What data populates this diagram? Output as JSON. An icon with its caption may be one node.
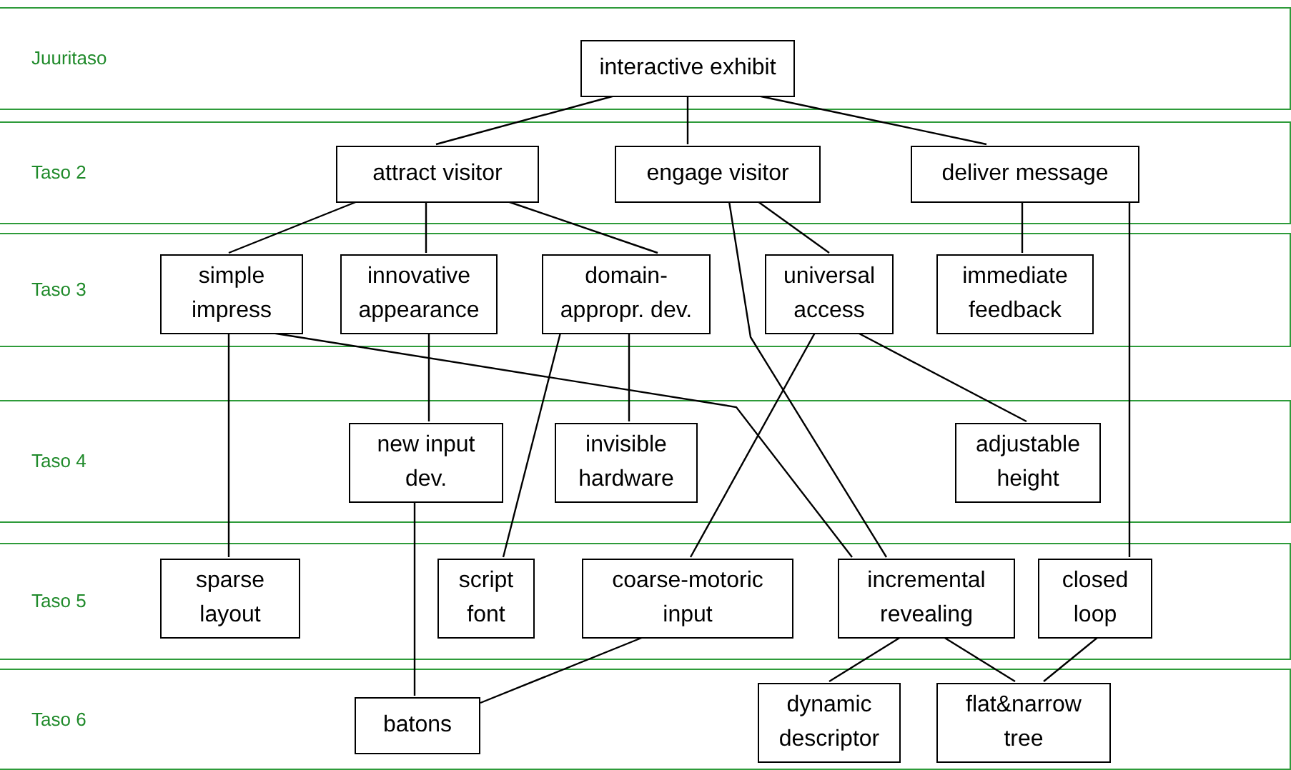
{
  "diagram": {
    "nodes": [
      {
        "text": [
          "Juuritaso"
        ]
      },
      {
        "text": [
          "interactive exhibit"
        ],
        "in": 0
      },
      {
        "text": [
          "Taso 2"
        ]
      },
      {
        "text": [
          "attract visitor"
        ],
        "in": 2
      },
      {
        "text": [
          "engage visitor"
        ],
        "in": 2
      },
      {
        "text": [
          "deliver message"
        ],
        "in": 2
      },
      {
        "text": [
          "Taso 3"
        ]
      },
      {
        "text": [
          "simple impress"
        ],
        "in": 6
      },
      {
        "text": [
          "innovative appearance"
        ],
        "in": 6
      },
      {
        "text": [
          "domain- appropr. dev."
        ],
        "in": 6
      },
      {
        "text": [
          "universal access"
        ],
        "in": 6
      },
      {
        "text": [
          "immediate feedback"
        ],
        "in": 6
      },
      {
        "text": [
          "Taso 4"
        ]
      },
      {
        "text": [
          "new input dev."
        ],
        "in": 12
      },
      {
        "text": [
          "invisible hardware"
        ],
        "in": 12
      },
      {
        "text": [
          "adjustable height"
        ],
        "in": 12
      },
      {
        "text": [
          "Taso 5"
        ]
      },
      {
        "text": [
          "sparse layout"
        ],
        "in": 16
      },
      {
        "text": [
          "script font"
        ],
        "in": 16
      },
      {
        "text": [
          "coarse-motoric input"
        ],
        "in": 16
      },
      {
        "text": [
          "incremental revealing"
        ],
        "in": 16
      },
      {
        "text": [
          "closed loop"
        ],
        "in": 16
      },
      {
        "text": [
          "Taso 6"
        ]
      },
      {
        "text": [
          "batons"
        ],
        "in": 22
      },
      {
        "text": [
          "dynamic descriptor"
        ],
        "in": 22
      },
      {
        "text": [
          "flat&narrow tree"
        ],
        "in": 22
      }
    ],
    "edges": [
      {
        "from": 1,
        "to": 3,
        "arrow": "none"
      },
      {
        "from": 1,
        "to": 4,
        "arrow": "none"
      },
      {
        "from": 1,
        "to": 5,
        "arrow": "none"
      },
      {
        "from": 3,
        "to": 7,
        "arrow": "none"
      },
      {
        "from": 3,
        "to": 8,
        "arrow": "none"
      },
      {
        "from": 3,
        "to": 9,
        "arrow": "none"
      },
      {
        "from": 4,
        "to": 10,
        "arrow": "none"
      },
      {
        "from": 4,
        "to": 20,
        "arrow": "none"
      },
      {
        "from": 5,
        "to": 11,
        "arrow": "none"
      },
      {
        "from": 5,
        "to": 21,
        "arrow": "none"
      },
      {
        "from": 7,
        "to": 17,
        "arrow": "none"
      },
      {
        "from": 7,
        "to": 20,
        "arrow": "none"
      },
      {
        "from": 8,
        "to": 13,
        "arrow": "none"
      },
      {
        "from": 9,
        "to": 18,
        "arrow": "none"
      },
      {
        "from": 9,
        "to": 14,
        "arrow": "none"
      },
      {
        "from": 10,
        "to": 19,
        "arrow": "none"
      },
      {
        "from": 10,
        "to": 15,
        "arrow": "none"
      },
      {
        "from": 13,
        "to": 23,
        "arrow": "none"
      },
      {
        "from": 19,
        "to": 23,
        "arrow": "none"
      },
      {
        "from": 20,
        "to": 24,
        "arrow": "none"
      },
      {
        "from": 20,
        "to": 25,
        "arrow": "none"
      },
      {
        "from": 21,
        "to": 25,
        "arrow": "none"
      }
    ]
  }
}
